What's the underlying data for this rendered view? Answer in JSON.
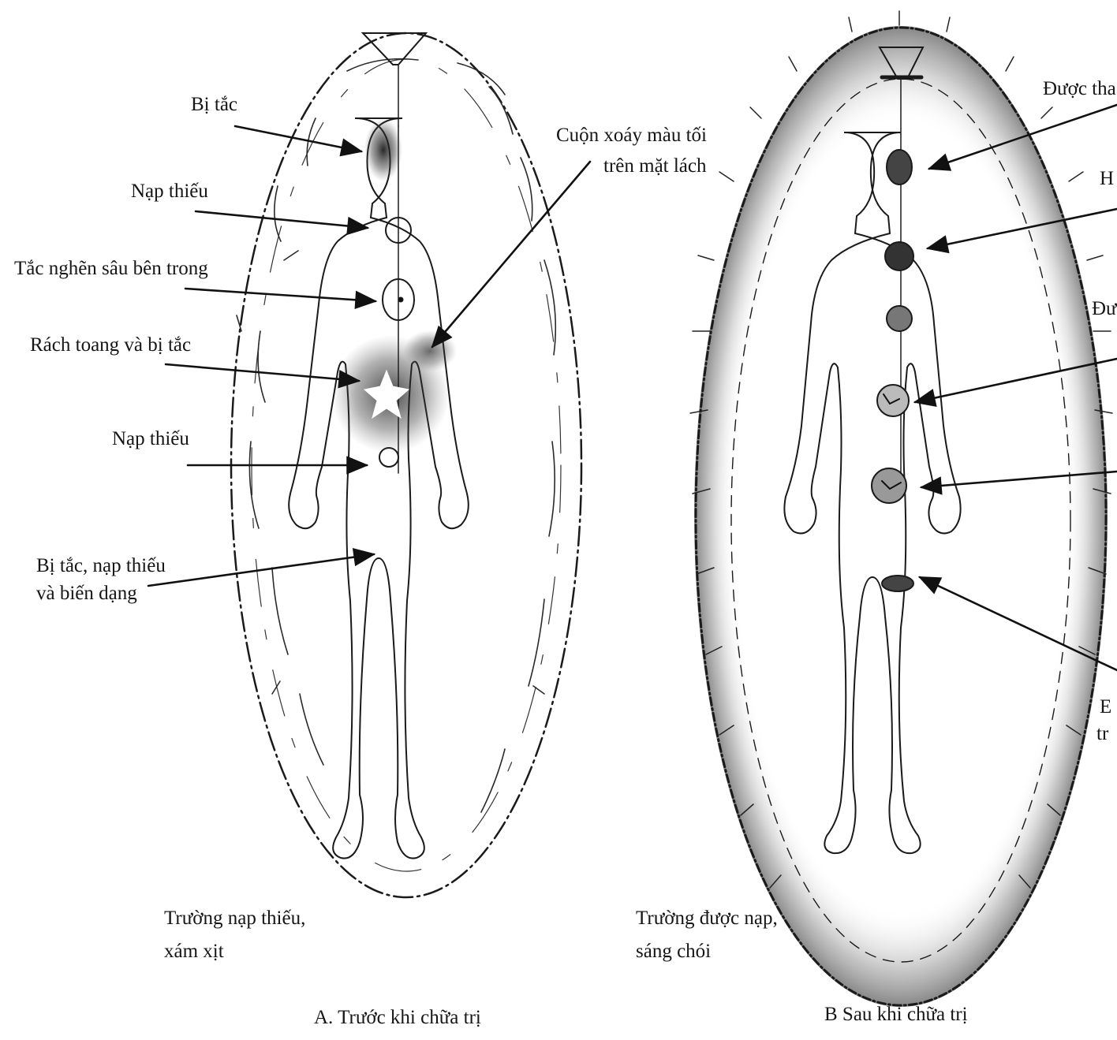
{
  "figure_a": {
    "caption": "A. Trước khi chữa trị",
    "field_note": [
      "Trường nạp thiếu,",
      "xám xịt"
    ],
    "labels": {
      "blocked_head": "Bị tắc",
      "under_throat": "Nạp thiếu",
      "deep_block": "Tắc nghẽn sâu bên trong",
      "torn_blocked": "Rách toang và bị tắc",
      "under_navel": "Nạp thiếu",
      "leg_1": "Bị tắc, nạp thiếu",
      "leg_2": "và biến dạng",
      "spleen_1": "Cuộn xoáy màu tối",
      "spleen_2": "trên mặt lách"
    }
  },
  "figure_b": {
    "caption": "B  Sau khi chữa trị",
    "field_note": [
      "Trường được nạp,",
      "sáng chói"
    ],
    "labels": {
      "cleansed": "Được tha",
      "cut_h": "H",
      "cut_du": "Đư",
      "cut_e": "E",
      "cut_tr": "tr"
    }
  }
}
